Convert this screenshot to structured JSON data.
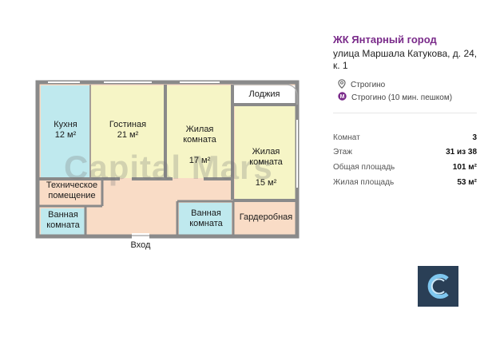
{
  "complex": {
    "title": "ЖК Янтарный город",
    "address": "улица Маршала Катукова, д. 24, к. 1"
  },
  "location": {
    "district": "Строгино",
    "metro": "Строгино (10 мин. пешком)"
  },
  "params": [
    {
      "label": "Комнат",
      "value": "3"
    },
    {
      "label": "Этаж",
      "value": "31 из 38"
    },
    {
      "label": "Общая площадь",
      "value": "101 м²"
    },
    {
      "label": "Жилая площадь",
      "value": "53 м²"
    }
  ],
  "plan": {
    "watermark": "Capital Mars",
    "rooms": {
      "kitchen": {
        "name": "Кухня",
        "area": "12 м²"
      },
      "living": {
        "name": "Гостиная",
        "area": "21 м²"
      },
      "bedroom1": {
        "name": "Жилая\nкомната",
        "area": "17 м²"
      },
      "bedroom2": {
        "name": "Жилая\nкомната",
        "area": "15 м²"
      },
      "loggia": {
        "name": "Лоджия"
      },
      "technical": {
        "name": "Техническое\nпомещение"
      },
      "bath1": {
        "name": "Ванная\nкомната"
      },
      "bath2": {
        "name": "Ванная\nкомната"
      },
      "wardrobe": {
        "name": "Гардеробная"
      },
      "entrance": {
        "name": "Вход"
      }
    }
  },
  "colors": {
    "accent": "#7a2b8a",
    "kitchen": "#bfe9ee",
    "living": "#f6f5c6",
    "bedroom": "#f6f5c6",
    "bath": "#bfe9ee",
    "hall": "#f9dcc6",
    "wall": "#8a8a8a",
    "logo": "#2a3f56"
  },
  "icons": {
    "district": "location-pin-icon",
    "metro": "metro-icon",
    "logo": "capital-mars-logo"
  }
}
